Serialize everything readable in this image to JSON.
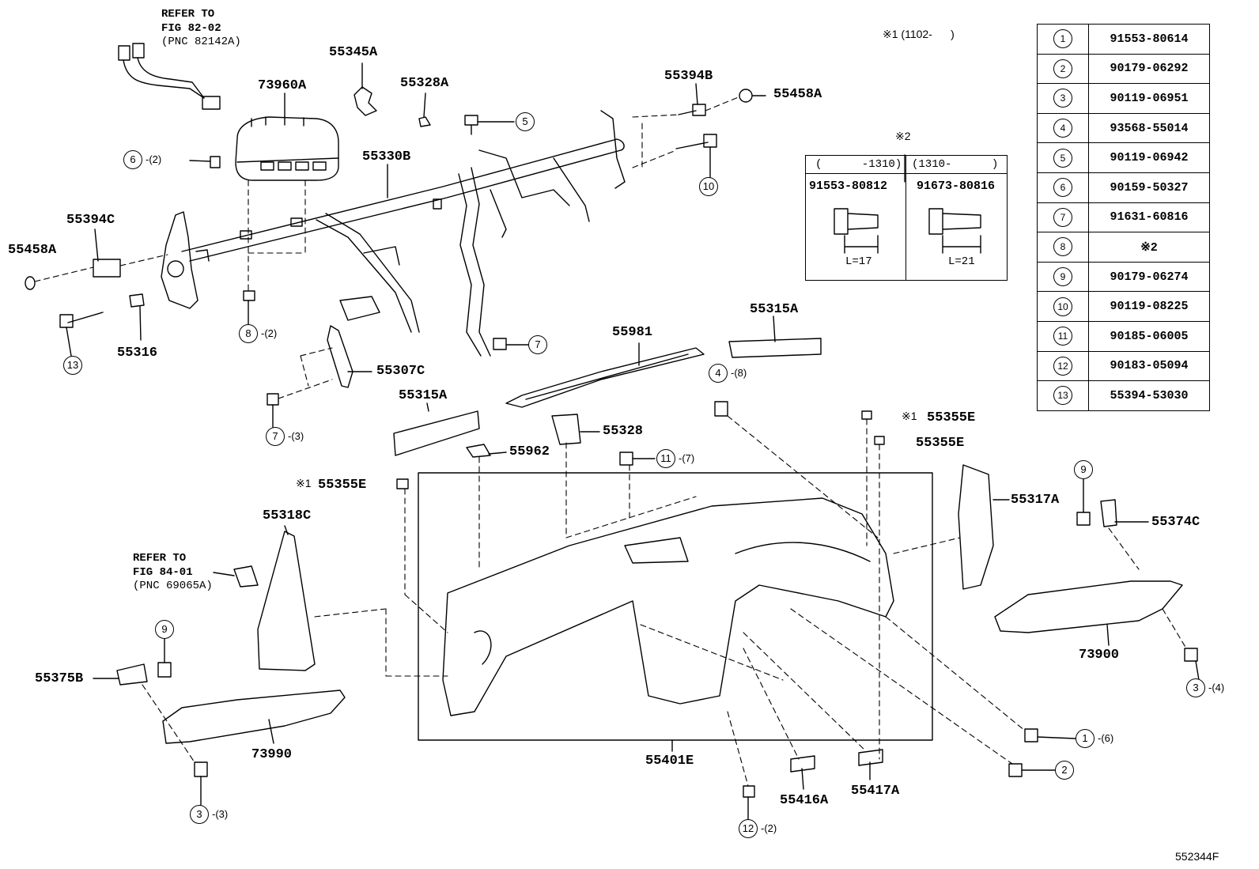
{
  "figure_id": "552344F",
  "note_marker_1": "※1 (1102-      )",
  "variant_marker": "※2",
  "variant_table": {
    "col1_range": "(      -1310)",
    "col2_range": "(1310-      )",
    "col1_part": "91553-80812",
    "col2_part": "91673-80816",
    "col1_length": "L=17",
    "col2_length": "L=21"
  },
  "parts_table": [
    {
      "index": "1",
      "part": "91553-80614"
    },
    {
      "index": "2",
      "part": "90179-06292"
    },
    {
      "index": "3",
      "part": "90119-06951"
    },
    {
      "index": "4",
      "part": "93568-55014"
    },
    {
      "index": "5",
      "part": "90119-06942"
    },
    {
      "index": "6",
      "part": "90159-50327"
    },
    {
      "index": "7",
      "part": "91631-60816"
    },
    {
      "index": "8",
      "part": "※2"
    },
    {
      "index": "9",
      "part": "90179-06274"
    },
    {
      "index": "10",
      "part": "90119-08225"
    },
    {
      "index": "11",
      "part": "90185-06005"
    },
    {
      "index": "12",
      "part": "90183-05094"
    },
    {
      "index": "13",
      "part": "55394-53030"
    }
  ],
  "references": {
    "ref1_line1": "REFER TO",
    "ref1_line2": "FIG 82-02",
    "ref1_line3": "(PNC 82142A)",
    "ref2_line1": "REFER TO",
    "ref2_line2": "FIG 84-01",
    "ref2_line3": "(PNC 69065A)"
  },
  "labels": {
    "p55345A": "55345A",
    "p73960A": "73960A",
    "p55328A": "55328A",
    "p55394B": "55394B",
    "p55458A_top": "55458A",
    "p55330B": "55330B",
    "p55394C": "55394C",
    "p55458A_left": "55458A",
    "p55316": "55316",
    "p55307C": "55307C",
    "p55981": "55981",
    "p55315A_right": "55315A",
    "p55315A_left": "55315A",
    "p55328": "55328",
    "p55962": "55962",
    "p55355E_a": "55355E",
    "p55355E_b": "55355E",
    "p55355E_c": "55355E",
    "p55317A": "55317A",
    "p55374C": "55374C",
    "p55318C": "55318C",
    "p55375B": "55375B",
    "p73990": "73990",
    "p73900": "73900",
    "p55401E": "55401E",
    "p55416A": "55416A",
    "p55417A": "55417A"
  },
  "note_markers": {
    "m55355E_a": "※1",
    "m55355E_c": "※1"
  },
  "callouts": {
    "c6": {
      "num": "6",
      "qty": "-(2)"
    },
    "c5": {
      "num": "5",
      "qty": ""
    },
    "c10": {
      "num": "10",
      "qty": ""
    },
    "c8": {
      "num": "8",
      "qty": "-(2)"
    },
    "c13": {
      "num": "13",
      "qty": ""
    },
    "c7a": {
      "num": "7",
      "qty": ""
    },
    "c7b": {
      "num": "7",
      "qty": "-(3)"
    },
    "c4": {
      "num": "4",
      "qty": "-(8)"
    },
    "c11": {
      "num": "11",
      "qty": "-(7)"
    },
    "c9a": {
      "num": "9",
      "qty": ""
    },
    "c9b": {
      "num": "9",
      "qty": ""
    },
    "c3a": {
      "num": "3",
      "qty": "-(4)"
    },
    "c3b": {
      "num": "3",
      "qty": "-(3)"
    },
    "c1": {
      "num": "1",
      "qty": "-(6)"
    },
    "c2": {
      "num": "2",
      "qty": ""
    },
    "c12": {
      "num": "12",
      "qty": "-(2)"
    }
  }
}
